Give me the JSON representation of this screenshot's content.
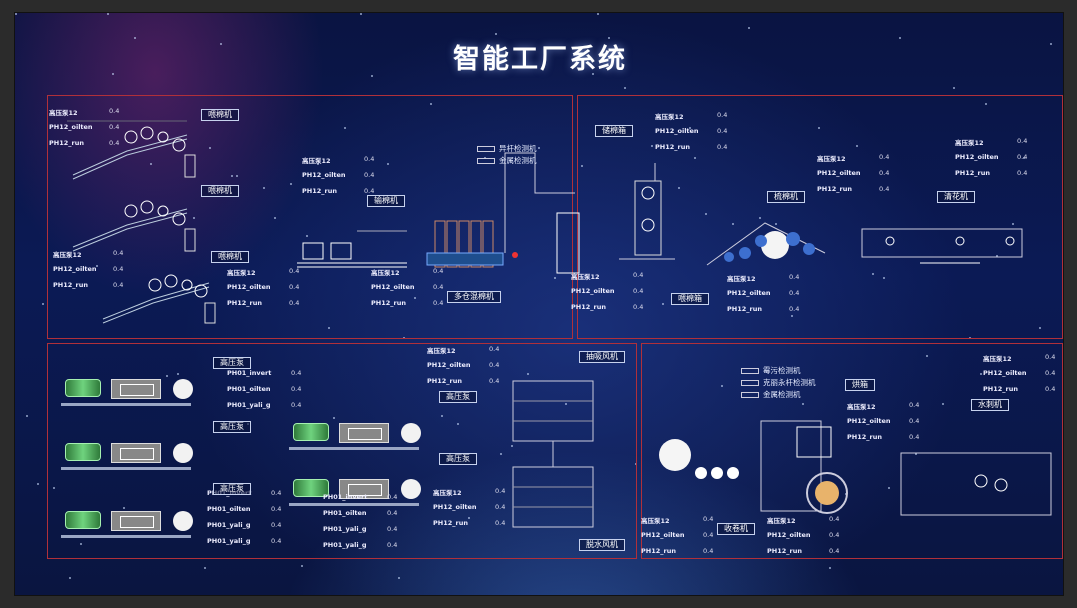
{
  "title": "智能工厂系统",
  "default_value": "0.4",
  "legend_top": {
    "foreign": "异杆检测机",
    "metal": "金属检测机"
  },
  "legend_bottom": {
    "rust": "霉污检测机",
    "nylon": "克丽永杆检测机",
    "metal": "金属检测机"
  },
  "tags": {
    "t1": "喂棉机",
    "t2": "喂棉机",
    "t3": "喂棉机",
    "t4": "输棉机",
    "t5": "多仓混棉机",
    "t6": "储棉箱",
    "t7": "喂棉箱",
    "t8": "梳棉机",
    "t9": "清花机",
    "t10": "高压泵",
    "t11": "高压泵",
    "t12": "高压泵",
    "t13": "高压泵",
    "t14": "高压泵",
    "t15": "抽吸风机",
    "t16": "脱水风机",
    "t17": "烘箱",
    "t18": "水刺机",
    "t19": "收卷机"
  },
  "labels": {
    "hp": "高压泵12",
    "oilten": "PH12_oilten",
    "run": "PH12_run",
    "invert": "PH01_invert",
    "oilten01": "PH01_oilten",
    "yali": "PH01_yali_g"
  }
}
